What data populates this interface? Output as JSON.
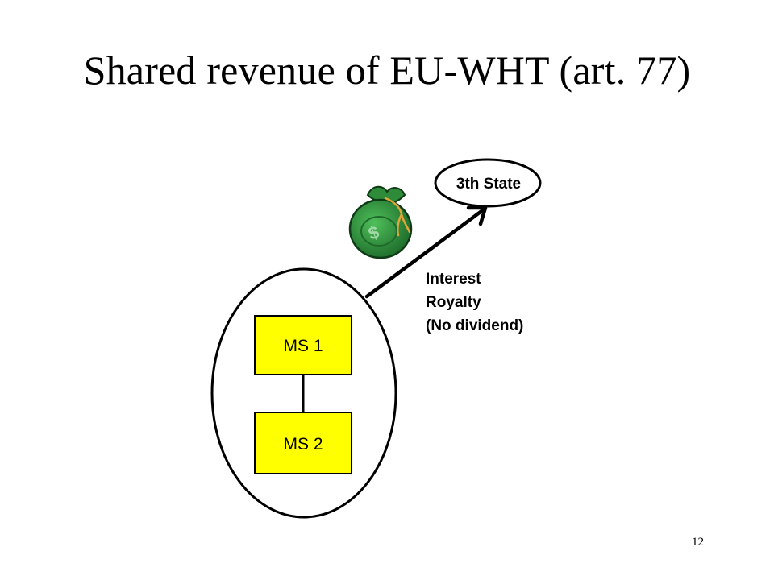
{
  "slide": {
    "title": "Shared revenue of EU-WHT (art. 77)",
    "page_number": "12"
  },
  "diagram": {
    "box_fill_color": "#ffff00",
    "outline_color": "#000000",
    "money_bag_color": "#2e8b3a",
    "money_bag_label": "$",
    "ms1_label": "MS 1",
    "ms2_label": "MS 2",
    "third_state_label": "3th State",
    "flow_labels": [
      "Interest",
      "Royalty",
      "(No dividend)"
    ]
  }
}
